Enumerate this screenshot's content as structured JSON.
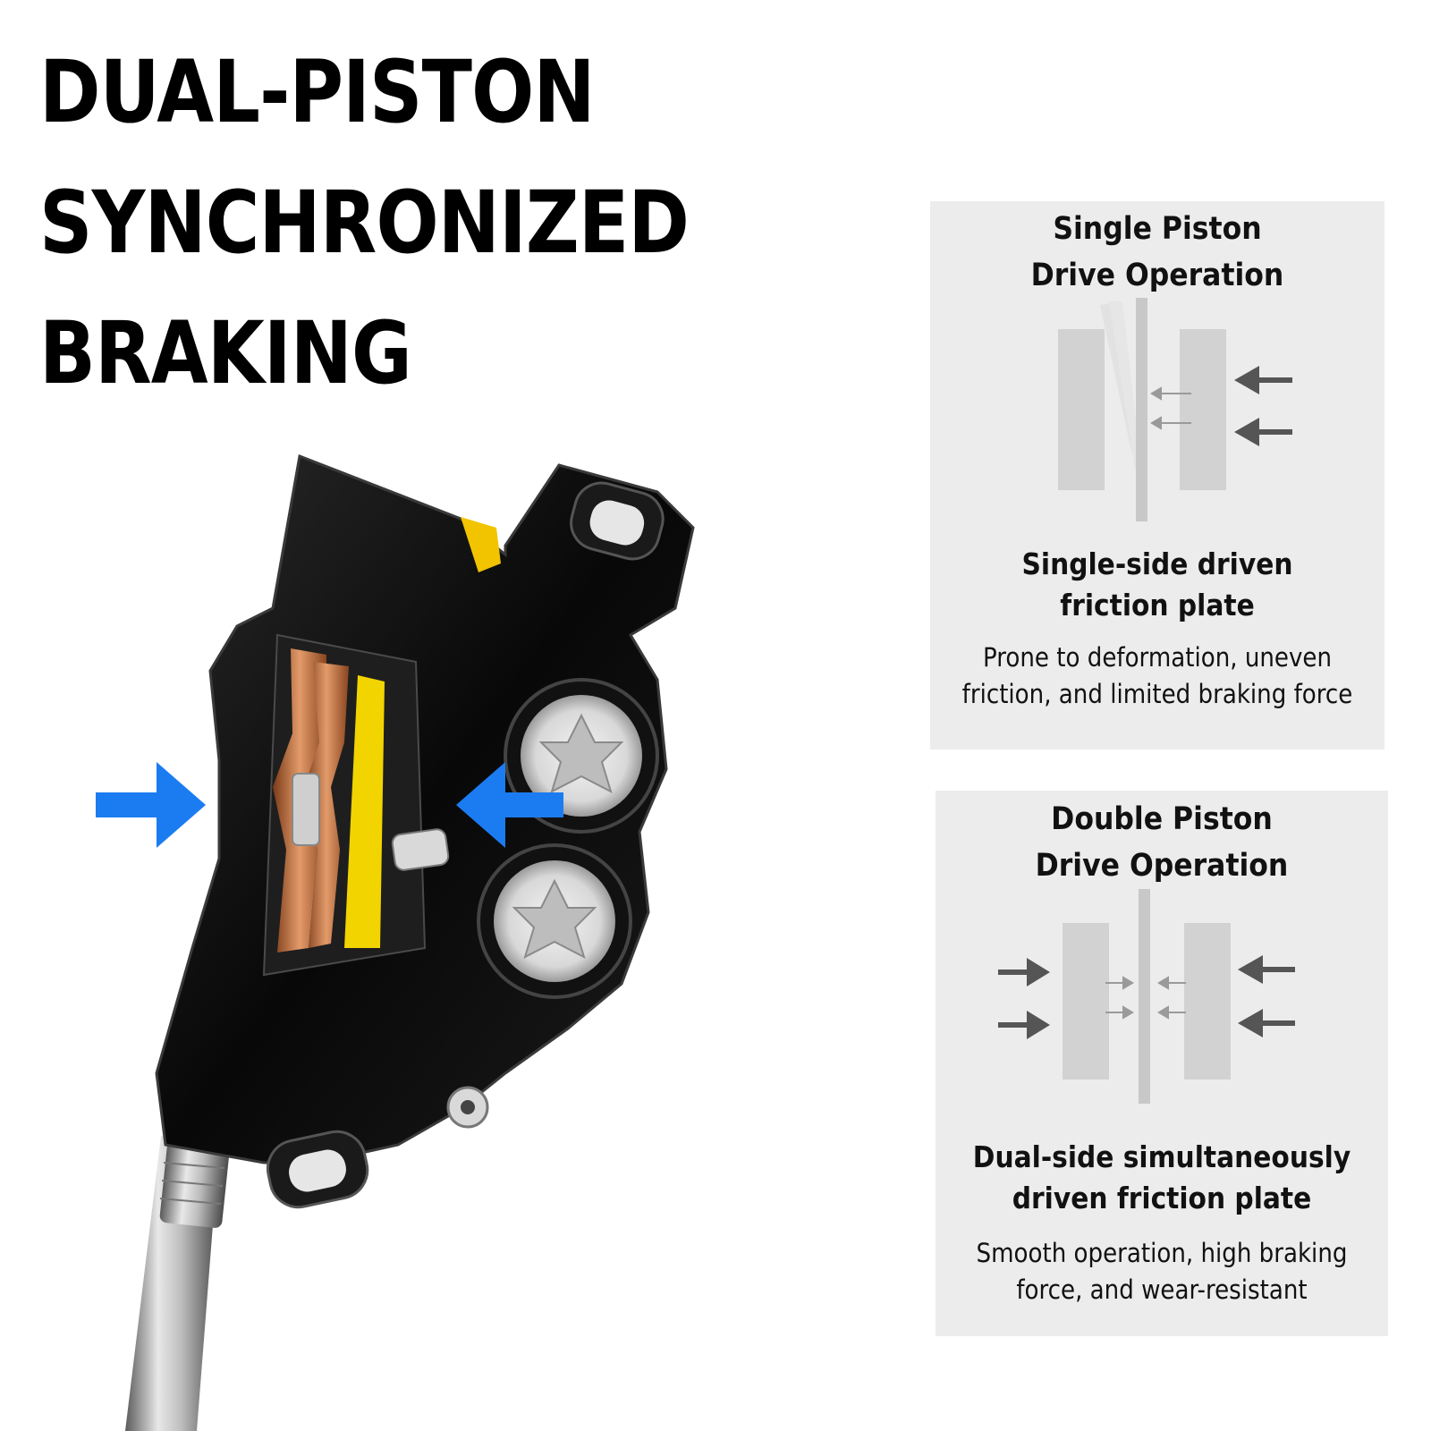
{
  "headline": {
    "line1": "DUAL-PISTON",
    "line2": "SYNCHRONIZED",
    "line3": "BRAKING"
  },
  "comparison": {
    "single": {
      "title_line1": "Single Piston",
      "title_line2": "Drive Operation",
      "subtitle_line1": "Single-side driven",
      "subtitle_line2": "friction plate",
      "desc_line1": "Prone to deformation, uneven",
      "desc_line2": "friction, and limited braking force"
    },
    "double": {
      "title_line1": "Double Piston",
      "title_line2": "Drive Operation",
      "subtitle_line1": "Dual-side simultaneously",
      "subtitle_line2": "driven friction plate",
      "desc_line1": "Smooth operation, high braking",
      "desc_line2": "force, and wear-resistant"
    }
  },
  "colors": {
    "headline_text": "#000000",
    "panel_background": "#ececec",
    "diagram_pad": "#d2d2d2",
    "diagram_arrow": "#555555",
    "accent_arrow": "#1b7cf2",
    "caliper_body": "#0d0d0d",
    "brake_pad_copper": "#c9794a",
    "brake_pad_yellow": "#f2d400"
  },
  "icons": {
    "force_arrow": "arrow-icon",
    "hero_image": "brake-caliper-image"
  }
}
